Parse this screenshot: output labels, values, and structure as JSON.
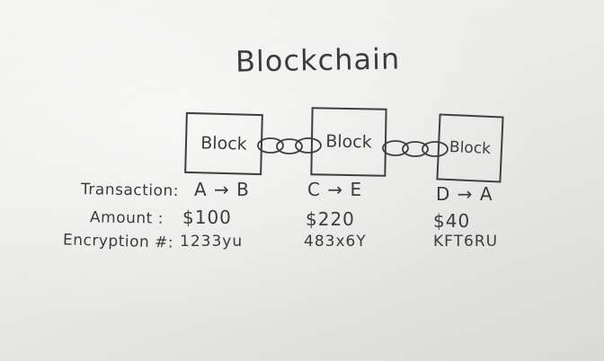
{
  "diagram": {
    "title": "Blockchain",
    "blocks": [
      {
        "label": "Block"
      },
      {
        "label": "Block"
      },
      {
        "label": "Block"
      }
    ],
    "field_labels": {
      "transaction": "Transaction:",
      "amount": "Amount  :",
      "encryption": "Encryption #:"
    },
    "columns": [
      {
        "transaction": "A → B",
        "amount": "$100",
        "encryption": "1233yu"
      },
      {
        "transaction": "C → E",
        "amount": "$220",
        "encryption": "483x6Y"
      },
      {
        "transaction": "D → A",
        "amount": "$40",
        "encryption": "KFT6RU"
      }
    ]
  },
  "colors": {
    "ink": "#3a3c3f",
    "paper": "#ecedea"
  }
}
